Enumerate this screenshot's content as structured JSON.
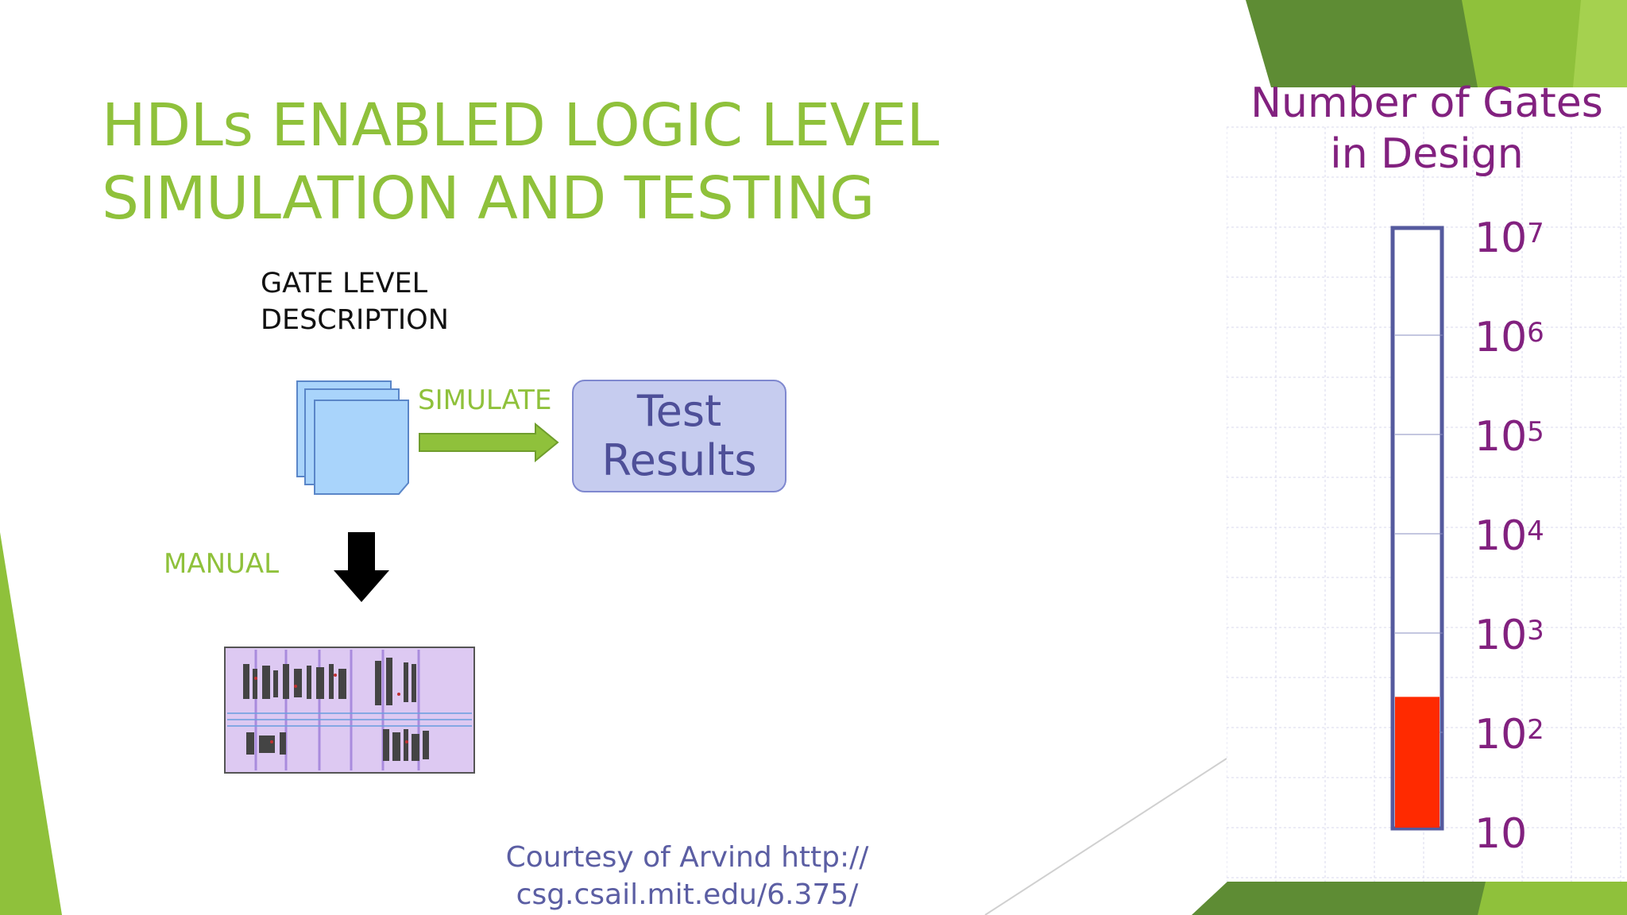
{
  "slide": {
    "title": "HDLs ENABLED LOGIC LEVEL SIMULATION AND TESTING",
    "gate_level_line1": "GATE LEVEL",
    "gate_level_line2": "DESCRIPTION",
    "simulate_label": "SIMULATE",
    "manual_label": "MANUAL",
    "test_results_line1": "Test",
    "test_results_line2": "Results",
    "courtesy_line1": "Courtesy of Arvind http://",
    "courtesy_line2": "csg.csail.mit.edu/6.375/",
    "colors": {
      "accent_green": "#8fc13b",
      "dark_green": "#5b8a33",
      "purple": "#82217f",
      "thermo_fill": "#ff2a00",
      "thermo_border": "#555a9e"
    }
  },
  "gauge": {
    "title_line1": "Number of Gates",
    "title_line2": "in Design",
    "scale": "log",
    "ticks": [
      {
        "base": "10",
        "exp": "7"
      },
      {
        "base": "10",
        "exp": "6"
      },
      {
        "base": "10",
        "exp": "5"
      },
      {
        "base": "10",
        "exp": "4"
      },
      {
        "base": "10",
        "exp": "3"
      },
      {
        "base": "10",
        "exp": "2"
      },
      {
        "base": "10",
        "exp": ""
      }
    ],
    "level_value": 200
  }
}
